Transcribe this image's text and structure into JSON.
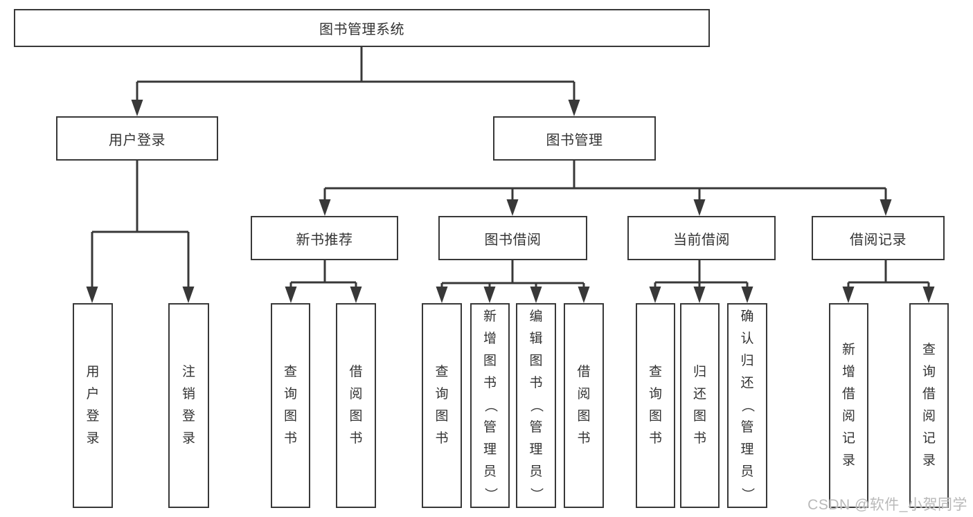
{
  "nodes": {
    "root": "图书管理系统",
    "level2": [
      {
        "id": "user-login",
        "label": "用户登录"
      },
      {
        "id": "book-management",
        "label": "图书管理"
      }
    ],
    "level3": [
      {
        "id": "new-book-recommend",
        "label": "新书推荐"
      },
      {
        "id": "book-borrowing",
        "label": "图书借阅"
      },
      {
        "id": "current-borrowing",
        "label": "当前借阅"
      },
      {
        "id": "borrowing-records",
        "label": "借阅记录"
      }
    ],
    "leafGroups": [
      {
        "parent": "用户登录",
        "items": [
          "用户登录",
          "注销登录"
        ]
      },
      {
        "parent": "新书推荐",
        "items": [
          "查询图书",
          "借阅图书"
        ]
      },
      {
        "parent": "图书借阅",
        "items": [
          "查询图书",
          "新增图书（管理员）",
          "编辑图书（管理员）",
          "借阅图书"
        ]
      },
      {
        "parent": "当前借阅",
        "items": [
          "查询图书",
          "归还图书",
          "确认归还（管理员）"
        ]
      },
      {
        "parent": "借阅记录",
        "items": [
          "新增借阅记录",
          "查询借阅记录"
        ]
      }
    ]
  },
  "watermark": "CSDN @软件_小贺同学",
  "colors": {
    "line": "#383838",
    "text": "#333333",
    "background": "#ffffff",
    "watermark": "#b9b9b9"
  }
}
